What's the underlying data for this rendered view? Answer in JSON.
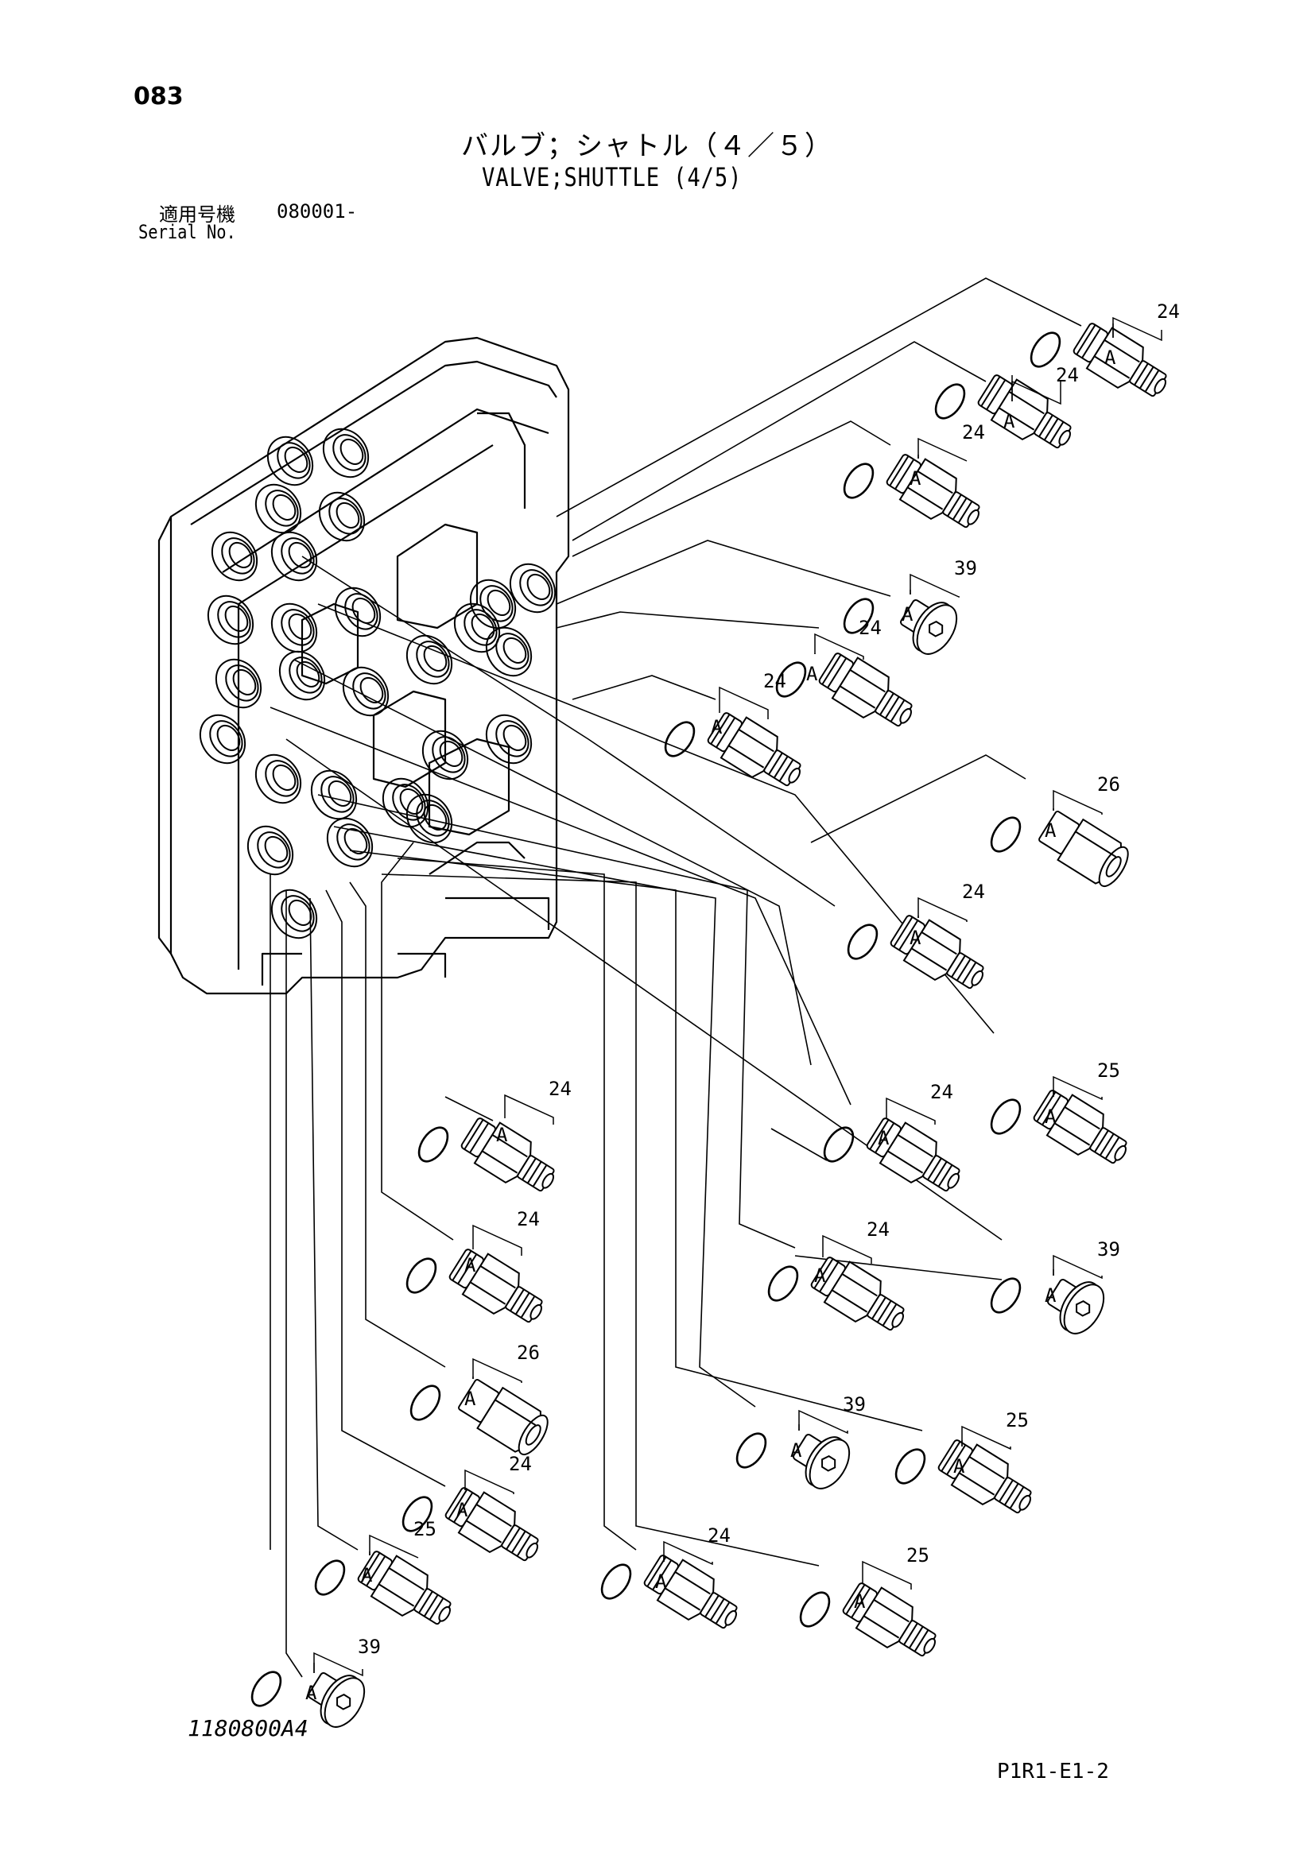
{
  "page_number": "083",
  "title_jp": "バルブ；シャトル（４／５）",
  "title_en": "VALVE;SHUTTLE (4/5)",
  "serial": {
    "label_jp": "適用号機",
    "number": "080001-",
    "label_en": "Serial No."
  },
  "o_ring_label": "A",
  "drawing_code": "1180800A4",
  "page_code": "P1R1-E1-2",
  "callouts": [
    "24",
    "24",
    "24",
    "39",
    "24",
    "24",
    "26",
    "24",
    "25",
    "24",
    "24",
    "39",
    "24",
    "24",
    "26",
    "39",
    "25",
    "24",
    "25",
    "24",
    "25",
    "39"
  ],
  "colors": {
    "line": "#000000",
    "background": "#ffffff"
  }
}
